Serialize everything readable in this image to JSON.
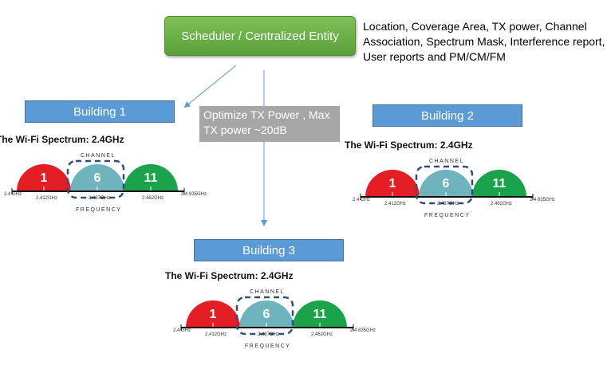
{
  "scheduler": {
    "label": "Scheduler / Centralized Entity"
  },
  "info_text": "Location, Coverage Area, TX power, Channel Association, Spectrum Mask, Interference report, User reports and PM/CM/FM",
  "optimize_note": "Optimize TX Power , Max TX power ~20dB",
  "buildings": [
    {
      "label": "Building 1"
    },
    {
      "label": "Building 2"
    },
    {
      "label": "Building 3"
    }
  ],
  "spectrum": {
    "title": "The Wi-Fi Spectrum: 2.4GHz",
    "channel_caption": "CHANNEL",
    "frequency_caption": "FREQUENCY",
    "channels": [
      {
        "label": "1",
        "color": "#e31e24"
      },
      {
        "label": "6",
        "color": "#6fb3bd"
      },
      {
        "label": "11",
        "color": "#1aa34a"
      }
    ],
    "freq_labels": {
      "start": "2.4 GHz",
      "f1": "2.412GHz",
      "f6": "2.437GHz",
      "f11": "2.462GHz",
      "end": "2.4 835GHz"
    }
  },
  "colors": {
    "scheduler_green": "#6db24a",
    "building_blue": "#5b9bd5",
    "arrow_blue": "#5b9bd5",
    "note_gray": "#a6a6a6",
    "highlight_dash": "#2e4f7a"
  }
}
